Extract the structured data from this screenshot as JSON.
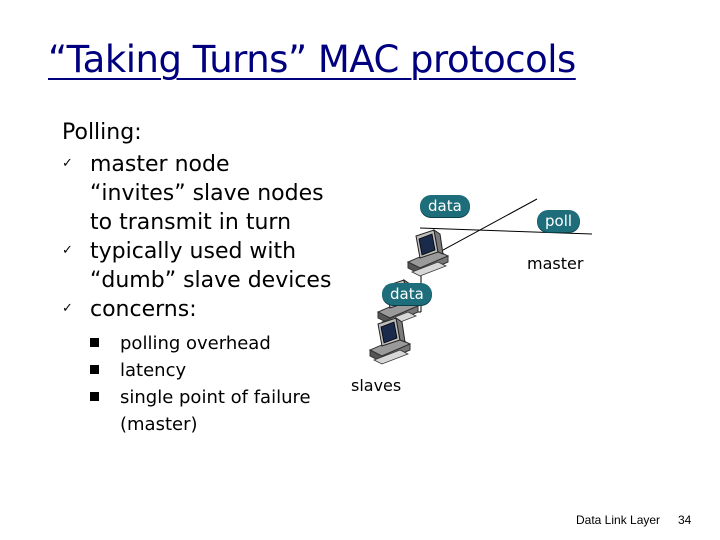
{
  "slide": {
    "title": "“Taking Turns” MAC protocols",
    "heading": "Polling:",
    "bullets": [
      {
        "lines": [
          "master node",
          "“invites” slave nodes",
          "to transmit in turn"
        ]
      },
      {
        "lines": [
          "typically used with",
          "“dumb” slave devices"
        ]
      },
      {
        "lines": [
          "concerns:"
        ]
      }
    ],
    "sub_bullets": [
      {
        "lines": [
          "polling overhead"
        ]
      },
      {
        "lines": [
          "latency"
        ]
      },
      {
        "lines": [
          "single point of failure",
          "(master)"
        ]
      }
    ]
  },
  "diagram": {
    "data_top_label": "data",
    "data_mid_label": "data",
    "poll_label": "poll",
    "master_label": "master",
    "slaves_label": "slaves",
    "colors": {
      "pill": "#1d6d7a",
      "title": "#00007f"
    },
    "icons": [
      "computer-icon",
      "computer-icon",
      "computer-icon"
    ]
  },
  "footer": {
    "section": "Data Link Layer",
    "page": "34"
  }
}
